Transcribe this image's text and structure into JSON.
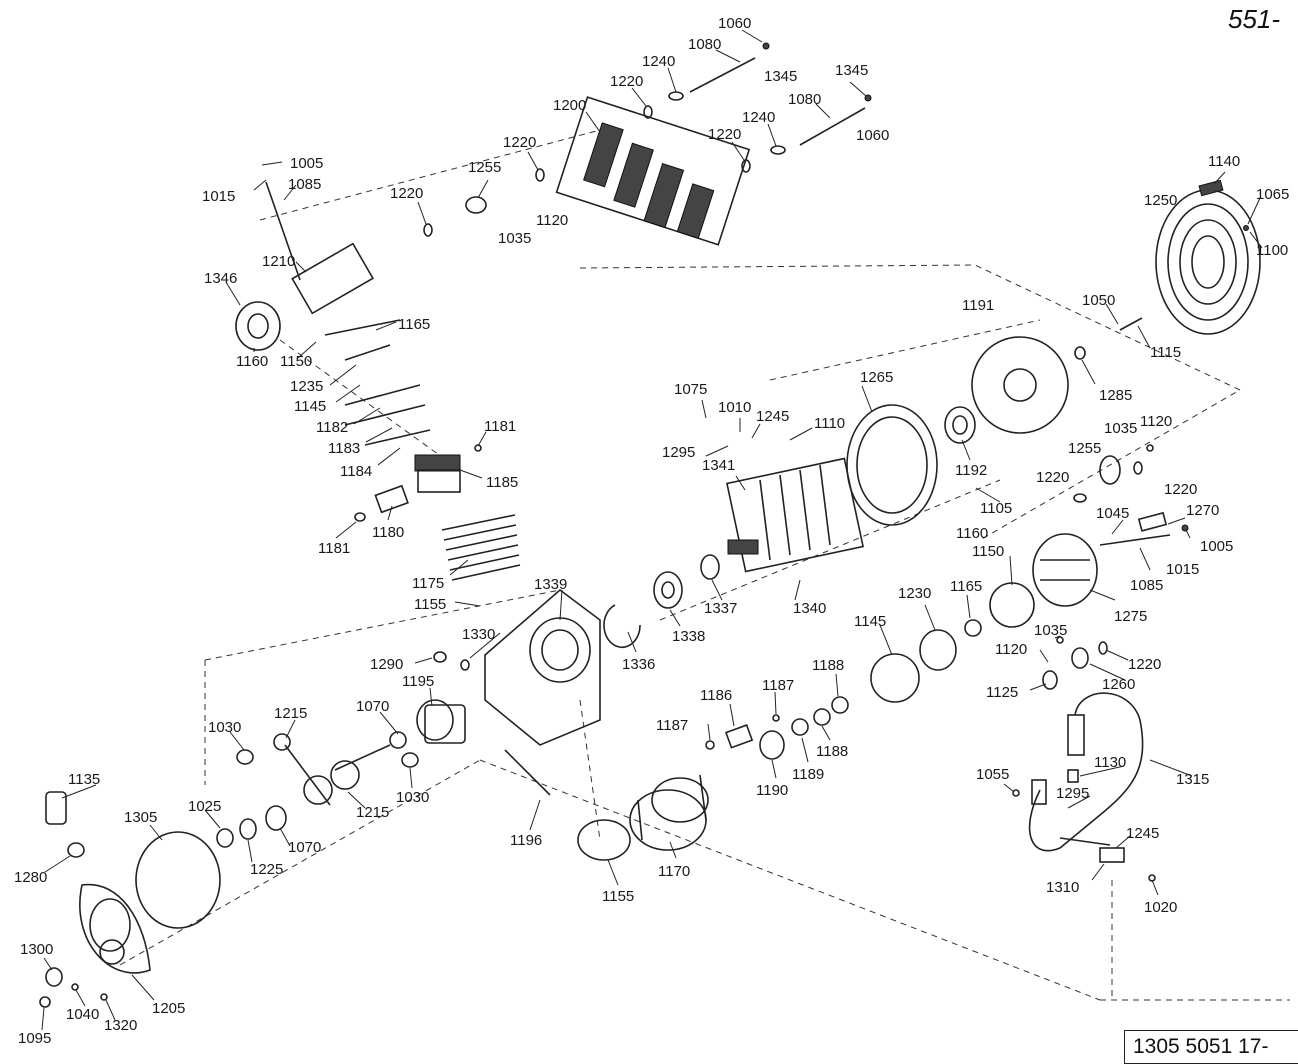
{
  "header": {
    "page_number": "551-"
  },
  "footer": {
    "doc_id": "1305 5051 17-"
  },
  "labels": [
    "1060",
    "1080",
    "1345",
    "1240",
    "1220",
    "1345",
    "1080",
    "1240",
    "1060",
    "1200",
    "1220",
    "1220",
    "1005",
    "1085",
    "1015",
    "1255",
    "1220",
    "1120",
    "1035",
    "1210",
    "1346",
    "1165",
    "1160",
    "1150",
    "1235",
    "1145",
    "1182",
    "1183",
    "1184",
    "1181",
    "1185",
    "1180",
    "1181",
    "1175",
    "1155",
    "1140",
    "1065",
    "1250",
    "1100",
    "1050",
    "1115",
    "1191",
    "1285",
    "1265",
    "1075",
    "1010",
    "1245",
    "1110",
    "1295",
    "1341",
    "1035",
    "1120",
    "1255",
    "1192",
    "1220",
    "1220",
    "1105",
    "1270",
    "1045",
    "1005",
    "1160",
    "1150",
    "1015",
    "1085",
    "1340",
    "1337",
    "1338",
    "1339",
    "1275",
    "1330",
    "1290",
    "1336",
    "1195",
    "1165",
    "1230",
    "1145",
    "1188",
    "1070",
    "1215",
    "1030",
    "1120",
    "1035",
    "1220",
    "1260",
    "1125",
    "1187",
    "1186",
    "1187",
    "1188",
    "1189",
    "1190",
    "1215",
    "1030",
    "1135",
    "1305",
    "1025",
    "1070",
    "1225",
    "1196",
    "1055",
    "1130",
    "1315",
    "1295",
    "1245",
    "1280",
    "1170",
    "1155",
    "1310",
    "1020",
    "1300",
    "1205",
    "1040",
    "1320",
    "1095"
  ]
}
